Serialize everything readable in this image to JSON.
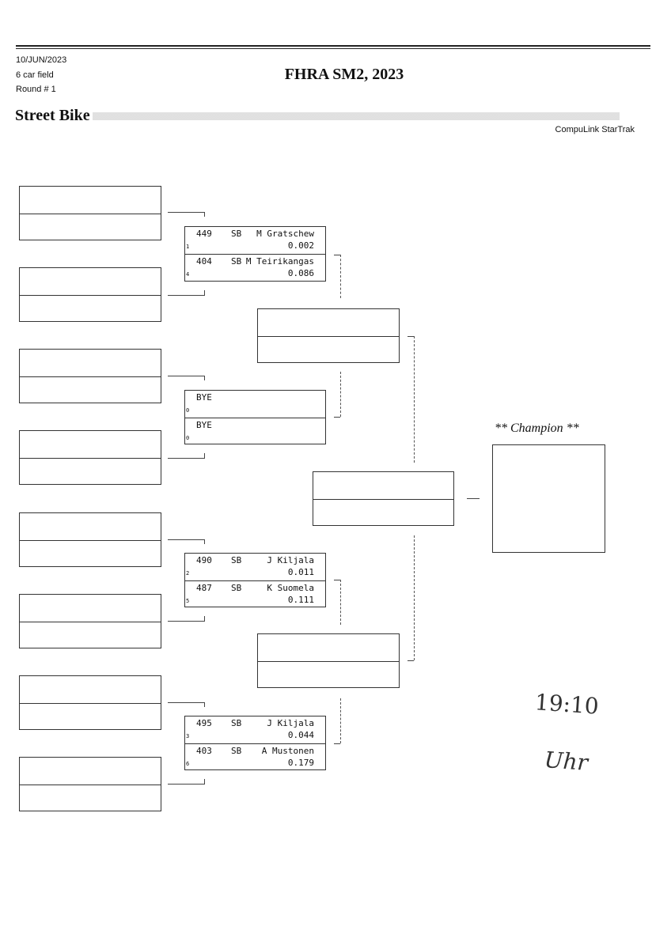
{
  "header": {
    "date": "10/JUN/2023",
    "field": "6 car field",
    "round": "Round # 1",
    "title": "FHRA SM2, 2023",
    "class_name": "Street Bike",
    "software": "CompuLink StarTrak"
  },
  "matches": [
    {
      "top": {
        "number": "449",
        "class": "SB",
        "name": "M Gratschew",
        "reaction": "0.002",
        "seed": "1"
      },
      "bottom": {
        "number": "404",
        "class": "SB",
        "name": "M Teirikangas",
        "reaction": "0.086",
        "seed": "4"
      }
    },
    {
      "top": {
        "number": "",
        "class": "",
        "name": "",
        "reaction": "",
        "seed": "0",
        "bye": "BYE"
      },
      "bottom": {
        "number": "",
        "class": "",
        "name": "",
        "reaction": "",
        "seed": "0",
        "bye": "BYE"
      }
    },
    {
      "top": {
        "number": "490",
        "class": "SB",
        "name": "J Kiljala",
        "reaction": "0.011",
        "seed": "2"
      },
      "bottom": {
        "number": "487",
        "class": "SB",
        "name": "K Suomela",
        "reaction": "0.111",
        "seed": "5"
      }
    },
    {
      "top": {
        "number": "495",
        "class": "SB",
        "name": "J Kiljala",
        "reaction": "0.044",
        "seed": "3"
      },
      "bottom": {
        "number": "403",
        "class": "SB",
        "name": "A Mustonen",
        "reaction": "0.179",
        "seed": "6"
      }
    }
  ],
  "champion_label": "** Champion **",
  "handwritten": {
    "time": "19:10",
    "initials": "Uhr"
  }
}
